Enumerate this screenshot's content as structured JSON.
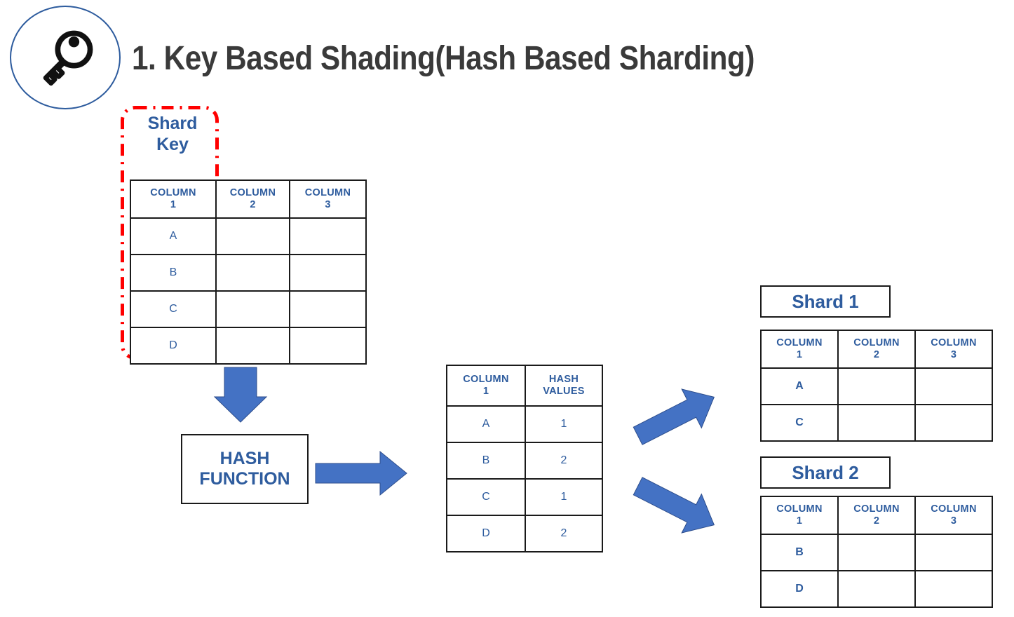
{
  "title": "1. Key Based Shading(Hash Based Sharding)",
  "icons": {
    "key": "key-icon",
    "circle_badge": "circle-badge"
  },
  "colors": {
    "accent_blue": "#2E5C9E",
    "arrow_blue": "#4472C4",
    "selection_red": "#FF0000",
    "title_gray": "#3A3A3A",
    "border_black": "#1A1A1A"
  },
  "shard_key": {
    "label_line1": "Shard",
    "label_line2": "Key"
  },
  "source_table": {
    "headers": [
      {
        "line1": "COLUMN",
        "line2": "1"
      },
      {
        "line1": "COLUMN",
        "line2": "2"
      },
      {
        "line1": "COLUMN",
        "line2": "3"
      }
    ],
    "rows": [
      [
        "A",
        "",
        ""
      ],
      [
        "B",
        "",
        ""
      ],
      [
        "C",
        "",
        ""
      ],
      [
        "D",
        "",
        ""
      ]
    ]
  },
  "hash_function": {
    "line1": "HASH",
    "line2": "FUNCTION"
  },
  "hash_table": {
    "headers": [
      {
        "line1": "COLUMN",
        "line2": "1"
      },
      {
        "line1": "HASH",
        "line2": "VALUES"
      }
    ],
    "rows": [
      [
        "A",
        "1"
      ],
      [
        "B",
        "2"
      ],
      [
        "C",
        "1"
      ],
      [
        "D",
        "2"
      ]
    ]
  },
  "shards": [
    {
      "title": "Shard 1",
      "headers": [
        {
          "line1": "COLUMN",
          "line2": "1"
        },
        {
          "line1": "COLUMN",
          "line2": "2"
        },
        {
          "line1": "COLUMN",
          "line2": "3"
        }
      ],
      "rows": [
        [
          "A",
          "",
          ""
        ],
        [
          "C",
          "",
          ""
        ]
      ]
    },
    {
      "title": "Shard 2",
      "headers": [
        {
          "line1": "COLUMN",
          "line2": "1"
        },
        {
          "line1": "COLUMN",
          "line2": "2"
        },
        {
          "line1": "COLUMN",
          "line2": "3"
        }
      ],
      "rows": [
        [
          "B",
          "",
          ""
        ],
        [
          "D",
          "",
          ""
        ]
      ]
    }
  ],
  "arrows": {
    "down": "arrow-down-icon",
    "right": "arrow-right-icon",
    "up_right": "arrow-up-right-icon",
    "down_right": "arrow-down-right-icon"
  }
}
